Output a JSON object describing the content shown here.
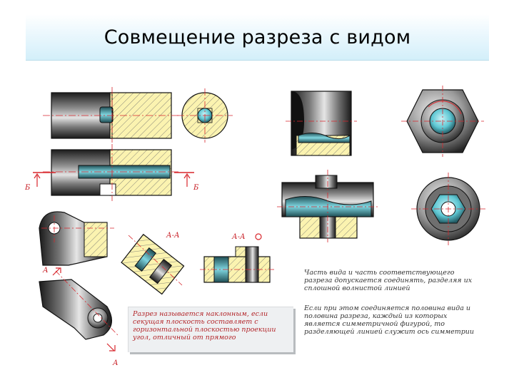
{
  "slide": {
    "title": "Совмещение разреза с видом"
  },
  "labels": {
    "section_b_left": "Б",
    "section_b_right": "Б",
    "section_a_top": "А",
    "section_a_bottom": "А",
    "cut_aa_1": "А-А",
    "cut_aa_2": "А-А"
  },
  "notes": {
    "view_section_join": "Часть вида и часть соответствующего разреза допускается соединять, разделяя их сплошной волнистой линией",
    "half_view_half_section": "Если при этом соединяется половина вида и половина разреза, каждый из которых является симметричной фигурой, то разделяющей линией служит ось симметрии",
    "inclined_section": "Разрез называется наклонным, если секущая плоскость составляет с горизонтальной плоскостью проекции угол, отличный от прямого"
  },
  "colors": {
    "hatch_fill": "#fbf3b0",
    "axis_line": "#d8262c",
    "teal_highlight": "#5ec7d3",
    "dark_metal": "#2a2a2a",
    "note_text_red": "#b3262a"
  }
}
